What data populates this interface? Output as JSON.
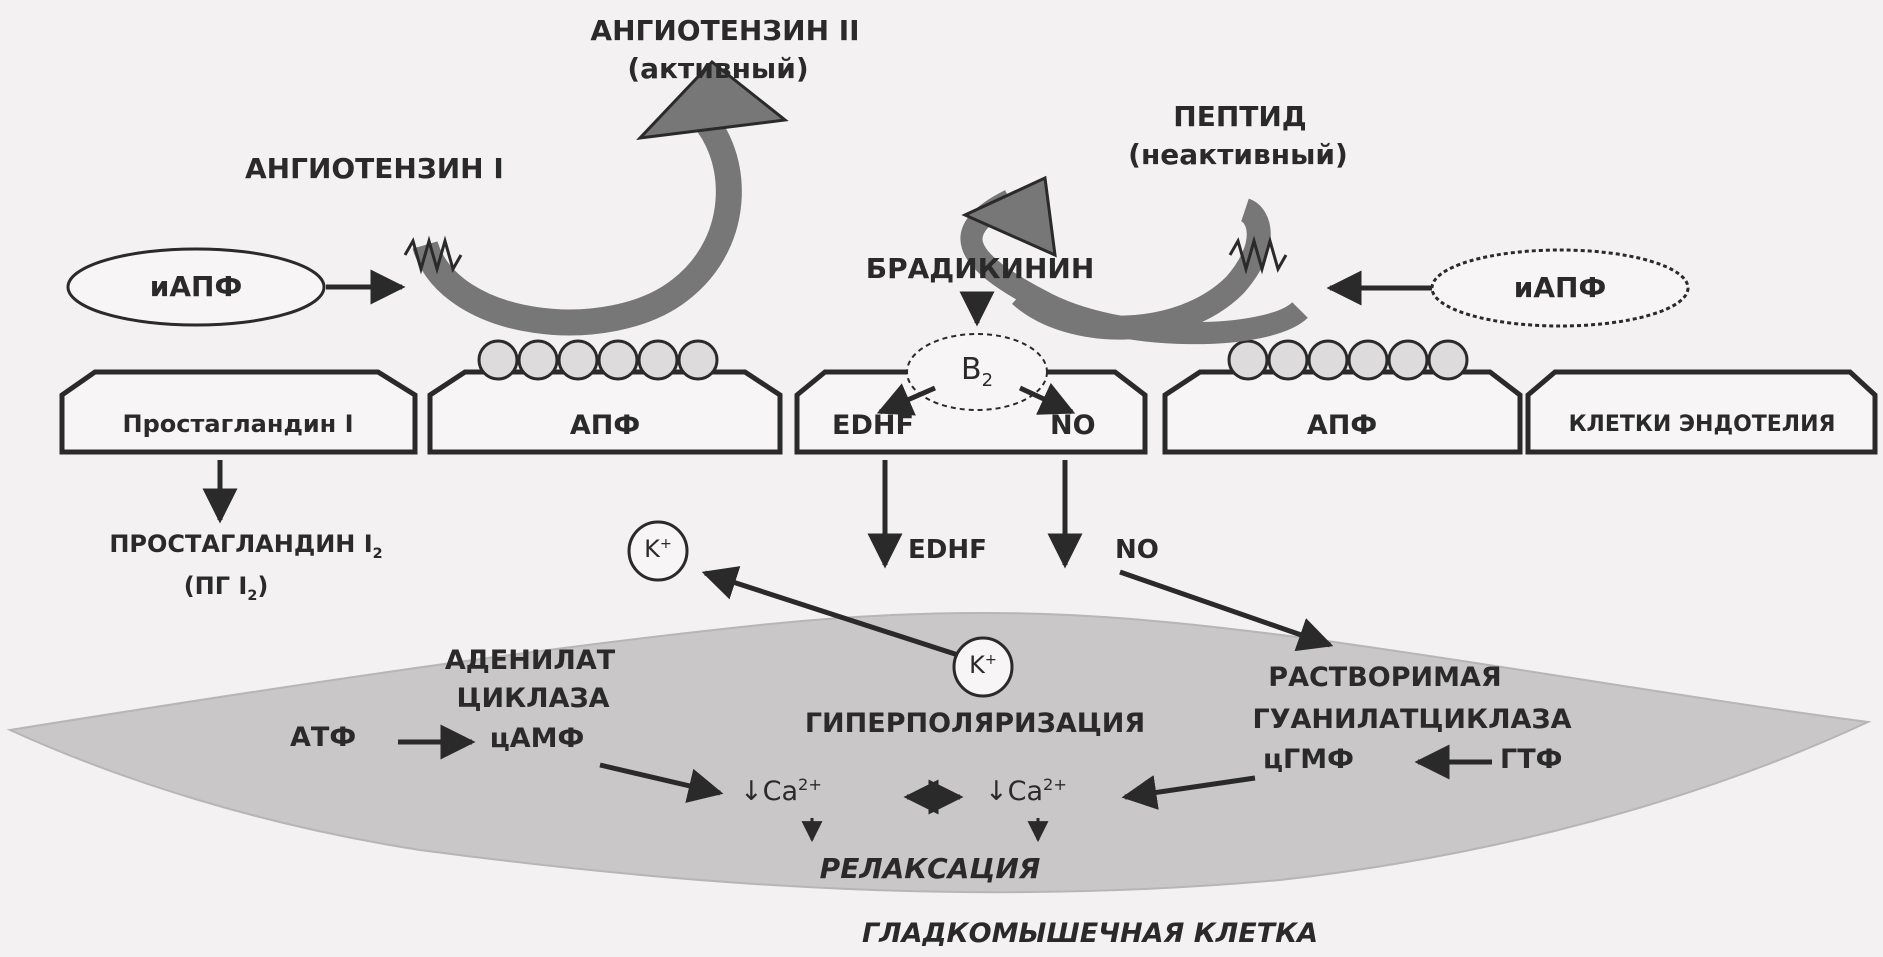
{
  "diagram": {
    "angiotensin_2": "АНГИОТЕНЗИН II",
    "angiotensin_2_note": "(активный)",
    "angiotensin_1": "АНГИОТЕНЗИН I",
    "peptide": "ПЕПТИД",
    "peptide_note": "(неактивный)",
    "bradykinin": "БРАДИКИНИН",
    "iapf_left": "иАПФ",
    "iapf_right": "иАПФ",
    "b2_receptor": "B",
    "b2_sub": "2",
    "cells": {
      "prostaglandin_i": "Простагландин I",
      "apf_left": "АПФ",
      "edhf": "EDHF",
      "no": "NO",
      "apf_right": "АПФ",
      "endothelium": "КЛЕТКИ ЭНДОТЕЛИЯ"
    },
    "prostaglandin_i2": "ПРОСТАГЛАНДИН I",
    "prostaglandin_i2_sub": "2",
    "pg_i2": "(ПГ I",
    "pg_i2_sub": "2",
    "pg_i2_close": ")",
    "edhf_flow": "EDHF",
    "no_flow": "NO",
    "potassium": "K",
    "potassium_charge": "+",
    "adenylate_cyclase": [
      "АДЕНИЛАТ",
      "ЦИКЛАЗА",
      "цАМФ"
    ],
    "atf": "АТФ",
    "hyperpolarization": "ГИПЕРПОЛЯРИЗАЦИЯ",
    "soluble_gc": [
      "РАСТВОРИМАЯ",
      "ГУАНИЛАТЦИКЛАЗА",
      "цГМФ"
    ],
    "gtf": "ГТФ",
    "calcium": "↓Ca",
    "calcium_charge": "2+",
    "relaxation": "РЕЛАКСАЦИЯ",
    "smooth_muscle": "ГЛАДКОМЫШЕЧНАЯ КЛЕТКА"
  },
  "colors": {
    "ink": "#2a2a2a",
    "arrow_fill": "#777777",
    "cell_fill": "#c9c7c8",
    "box_fill": "#f7f5f6",
    "background": "#f3f1f2"
  }
}
